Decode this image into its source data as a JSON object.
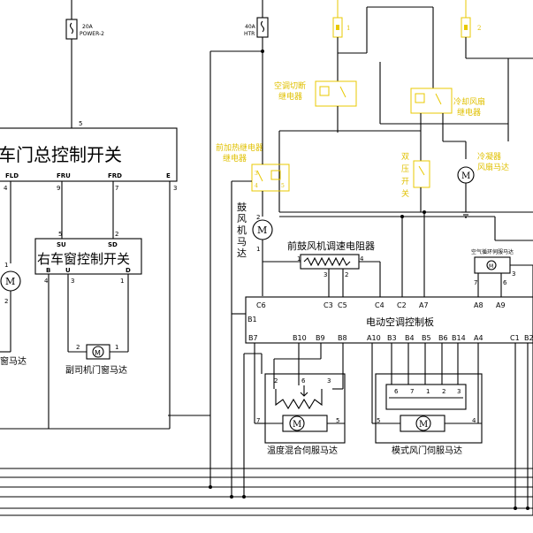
{
  "fuses": {
    "f1": {
      "rating": "20A",
      "name": "POWER-2"
    },
    "f2": {
      "rating": "40A",
      "name": "HTR"
    }
  },
  "door_master_switch": {
    "title": "车门总控制开关",
    "pin_top": "5",
    "terms": [
      "FLD",
      "FRU",
      "FRD",
      "E"
    ],
    "pins": [
      "4",
      "9",
      "7",
      "3"
    ]
  },
  "right_window_switch": {
    "title": "右车窗控制开关",
    "top_terms": [
      "SU",
      "SD"
    ],
    "top_pins": [
      "5",
      "2"
    ],
    "bottom_terms": [
      "B",
      "U",
      "D"
    ],
    "bottom_pins": [
      "4",
      "3",
      "1"
    ]
  },
  "left_window_motor": {
    "label": "窗马达",
    "pins": [
      "1",
      "2"
    ]
  },
  "passenger_window_motor": {
    "label": "副司机门窗马达",
    "pins": [
      "2",
      "1"
    ]
  },
  "blower_motor": {
    "label": "鼓风机马达",
    "chars": [
      "鼓",
      "风",
      "机",
      "马",
      "达"
    ],
    "pins": [
      "2",
      "1"
    ]
  },
  "blower_resistor": {
    "label": "前鼓风机调速电阻器",
    "pins": [
      "1",
      "4",
      "3",
      "2"
    ]
  },
  "ac_panel": {
    "label": "电动空调控制板",
    "top_pins": [
      "C6",
      "C3",
      "C5",
      "C4",
      "C2",
      "A7",
      "A8",
      "A9"
    ],
    "left_pin": "B1",
    "bottom_pins": [
      "B7",
      "B10",
      "B9",
      "B8",
      "A10",
      "B3",
      "B4",
      "B5",
      "B6",
      "B14",
      "A4",
      "C1",
      "B2"
    ]
  },
  "temp_servo": {
    "label": "温度混合伺服马达",
    "pins": [
      "2",
      "6",
      "3",
      "7",
      "5"
    ]
  },
  "mode_servo": {
    "label": "模式风门伺服马达",
    "pins": [
      "6",
      "7",
      "1",
      "2",
      "3",
      "5",
      "4"
    ]
  },
  "air_intake_servo": {
    "label": "空气循环伺服马达",
    "pins": [
      "7",
      "6",
      "3"
    ]
  },
  "motor_symbol": "M",
  "yellow_labels": {
    "heater_relay": "前加热继电器",
    "ac_relay_1": "空调切断",
    "ac_relay_2": "继电器",
    "fan_relay_1": "冷却风扇",
    "fan_relay_2": "继电器",
    "condenser_fan_1": "冷凝器",
    "condenser_fan_2": "风扇马达",
    "pressure_switch_1": "双",
    "pressure_switch_2": "压",
    "pressure_switch_3": "开",
    "pressure_switch_4": "关",
    "pin_1": "1",
    "pin_2": "2",
    "pin_3": "3",
    "pin_4": "4",
    "pin_5": "5"
  },
  "colors": {
    "line": "#000000",
    "yellow": "#e8c800"
  }
}
